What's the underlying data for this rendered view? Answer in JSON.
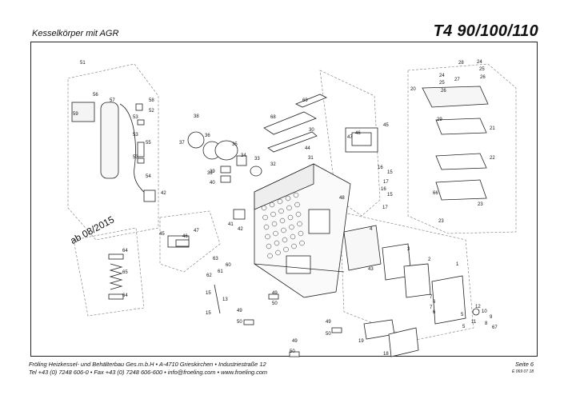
{
  "header": {
    "title": "Kesselkörper mit AGR",
    "model": "T4 90/100/110"
  },
  "stamp": "ab 08/2015",
  "footer": {
    "line1": "Fröling Heizkessel- und Behälterbau Ges.m.b.H  •  A-4710 Grieskirchen  •  Industriestraße 12",
    "line2": "Tel +43 (0) 7248 606-0  •  Fax +43 (0) 7248 606-600  •  info@froeling.com  •  www.froeling.com",
    "page": "Seite 6",
    "code": "E 069 07 18"
  },
  "part_labels": [
    "51",
    "56",
    "57",
    "59",
    "58",
    "53",
    "52",
    "53",
    "55",
    "53",
    "54",
    "42",
    "39",
    "37",
    "38",
    "36",
    "35",
    "34",
    "33",
    "32",
    "39",
    "40",
    "31",
    "44",
    "30",
    "68",
    "69",
    "45",
    "46",
    "47",
    "48",
    "16",
    "15",
    "17",
    "16",
    "15",
    "17",
    "28",
    "24",
    "25",
    "26",
    "24",
    "20",
    "27",
    "25",
    "26",
    "29",
    "21",
    "22",
    "66",
    "23",
    "23",
    "41",
    "42",
    "45",
    "46",
    "47",
    "4",
    "3",
    "43",
    "2",
    "1",
    "63",
    "61",
    "62",
    "60",
    "64",
    "65",
    "64",
    "15",
    "13",
    "15",
    "49",
    "50",
    "49",
    "50",
    "49",
    "50",
    "49",
    "50",
    "19",
    "18",
    "7",
    "6",
    "7",
    "6",
    "5",
    "12",
    "10",
    "9",
    "8",
    "67",
    "11",
    "5"
  ]
}
